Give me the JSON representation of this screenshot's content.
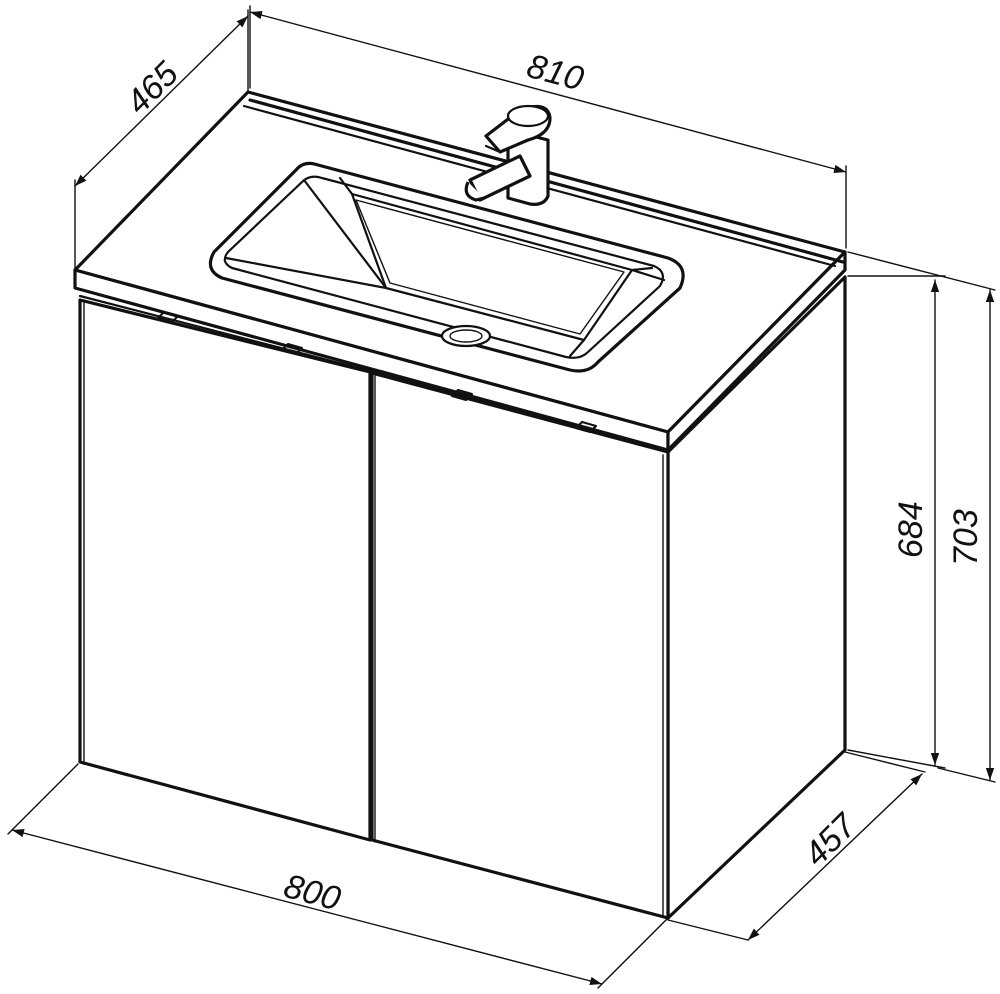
{
  "dimensions": {
    "top_width": "810",
    "top_depth": "465",
    "cabinet_height": "684",
    "total_height": "703",
    "cabinet_depth": "457",
    "cabinet_width": "800"
  },
  "colors": {
    "line": "#111111",
    "background": "#ffffff"
  }
}
